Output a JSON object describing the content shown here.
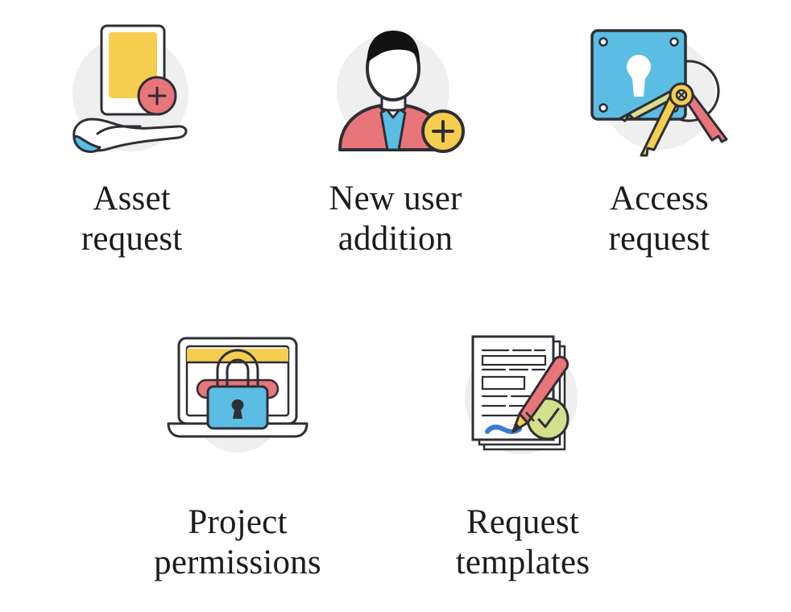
{
  "page": {
    "background_color": "#ffffff",
    "layout": "grid-2-rows",
    "text_color": "#1c1c1c"
  },
  "palette": {
    "yellow": "#F5CE4F",
    "red": "#E8757A",
    "blue": "#5BBCE4",
    "olive": "#D4E08C",
    "key_olive": "#D9DE8C",
    "outline": "#2E2E35",
    "grey_circle": "#EFEFEF",
    "signature_blue": "#3A7BD5",
    "hair_black": "#121212"
  },
  "rows": [
    {
      "name": "row-one",
      "items": [
        {
          "id": "asset-request",
          "icon": "hand-holding-card-plus-icon",
          "label_line_1": "Asset",
          "label_line_2": "request",
          "label": "Asset\nrequest"
        },
        {
          "id": "new-user-addition",
          "icon": "user-add-icon",
          "label_line_1": "New user",
          "label_line_2": "addition",
          "label": "New user\naddition"
        },
        {
          "id": "access-request",
          "icon": "lock-plate-keys-icon",
          "label_line_1": "Access",
          "label_line_2": "request",
          "label": "Access\nrequest"
        }
      ]
    },
    {
      "name": "row-two",
      "items": [
        {
          "id": "project-permissions",
          "icon": "laptop-padlock-icon",
          "label_line_1": "Project",
          "label_line_2": "permissions",
          "label": "Project\npermissions"
        },
        {
          "id": "request-templates",
          "icon": "documents-pen-check-icon",
          "label_line_1": "Request",
          "label_line_2": "templates",
          "label": "Request\ntemplates"
        }
      ]
    }
  ]
}
